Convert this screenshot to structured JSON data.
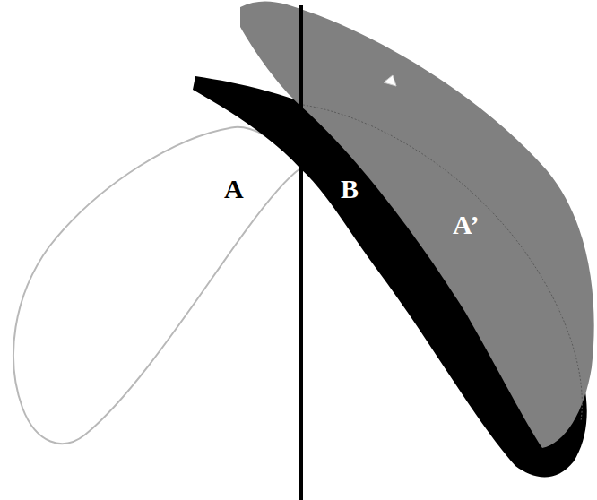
{
  "diagram": {
    "labels": [
      "A",
      "B",
      "A’"
    ]
  }
}
